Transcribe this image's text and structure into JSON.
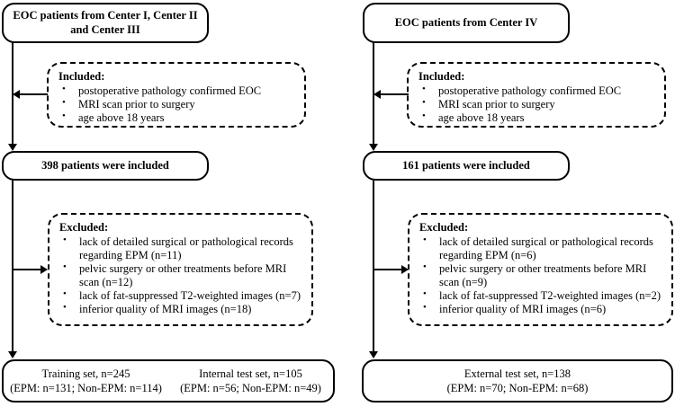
{
  "diagram": {
    "type": "patient-selection-flowchart",
    "cohorts": [
      {
        "id": "left",
        "source_box": "EOC patients from Center I, Center II and Center III",
        "included_criteria": {
          "heading": "Included:",
          "items": [
            "postoperative pathology confirmed EOC",
            "MRI scan prior to surgery",
            "age above 18 years"
          ]
        },
        "count_box": "398 patients were included",
        "excluded_criteria": {
          "heading": "Excluded:",
          "items": [
            "lack of detailed surgical or pathological records regarding EPM  (n=11)",
            "pelvic surgery or other treatments before MRI scan (n=12)",
            "lack of fat-suppressed T2-weighted images (n=7)",
            "inferior quality of MRI images (n=18)"
          ]
        },
        "result_sets": [
          {
            "line1": "Training set, n=245",
            "line2": "(EPM: n=131; Non-EPM: n=114)"
          },
          {
            "line1": "Internal test set, n=105",
            "line2": "(EPM: n=56; Non-EPM: n=49)"
          }
        ]
      },
      {
        "id": "right",
        "source_box": "EOC patients from Center IV",
        "included_criteria": {
          "heading": "Included:",
          "items": [
            "postoperative pathology confirmed EOC",
            "MRI scan prior to surgery",
            "age above 18 years"
          ]
        },
        "count_box": "161 patients were included",
        "excluded_criteria": {
          "heading": "Excluded:",
          "items": [
            "lack of detailed surgical or pathological records regarding EPM (n=6)",
            "pelvic surgery or other treatments before MRI scan (n=9)",
            "lack of fat-suppressed T2-weighted images (n=2)",
            "inferior quality of MRI images  (n=6)"
          ]
        },
        "result_sets": [
          {
            "line1": "External test set, n=138",
            "line2": "(EPM: n=70; Non-EPM: n=68)"
          }
        ]
      }
    ],
    "colors": {
      "stroke": "#000000",
      "background": "#ffffff",
      "text": "#000000"
    }
  }
}
